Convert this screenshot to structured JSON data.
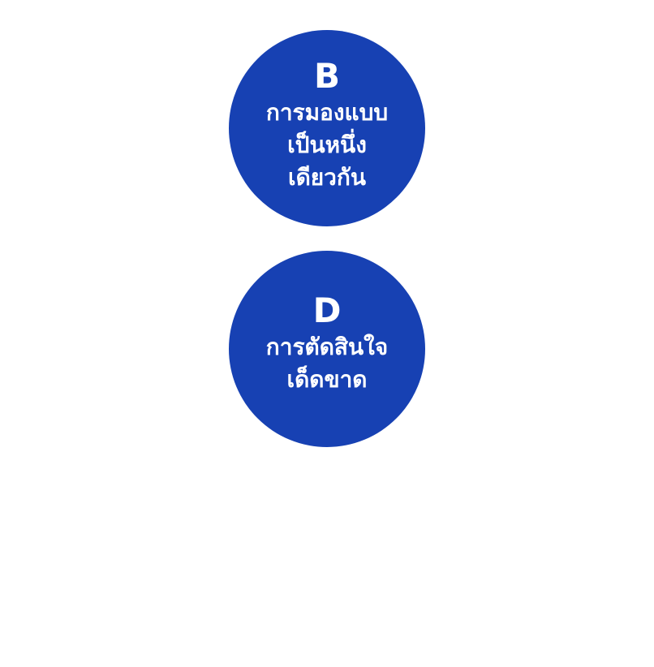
{
  "circles": [
    {
      "letter": "B",
      "label": "การมองแบบ\nเป็นหนึ่ง\nเดียวกัน"
    },
    {
      "letter": "D",
      "label": "การตัดสินใจ\nเด็ดขาด"
    }
  ],
  "colors": {
    "circle_fill": "#1741b3",
    "text": "#ffffff",
    "background": "#ffffff"
  }
}
